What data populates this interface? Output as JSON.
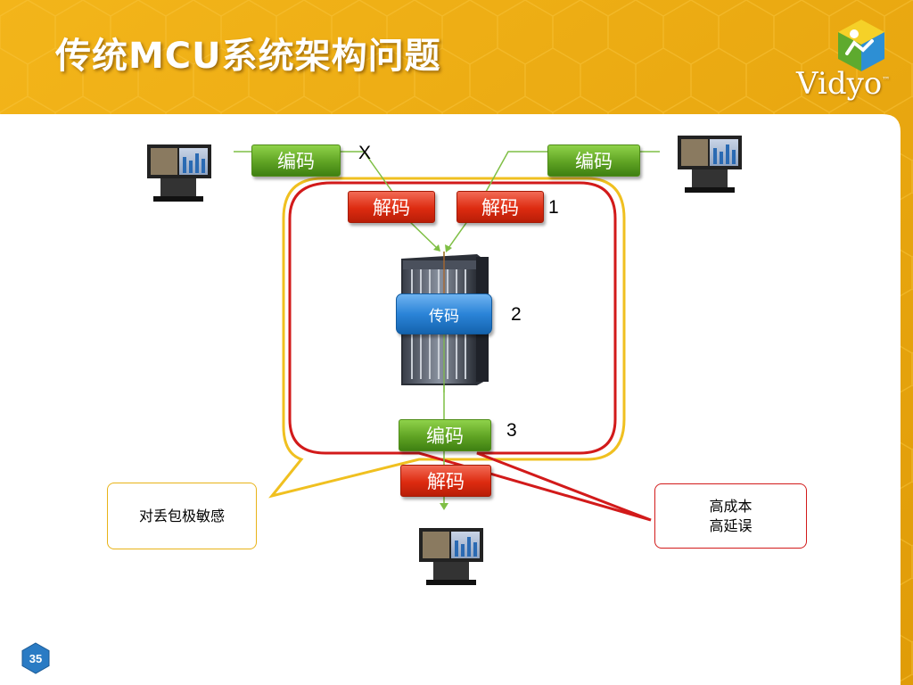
{
  "slide": {
    "title": "传统MCU系统架构问题",
    "page_number": "35",
    "colors": {
      "background": "#e9a80c",
      "panel": "#ffffff",
      "encode": "#5fa323",
      "decode": "#dd2b10",
      "transcode": "#2b84d8",
      "yellow_loop": "#f0c020",
      "red_loop": "#d21a1a"
    }
  },
  "brand": {
    "name": "Vidyo",
    "trademark": "™",
    "icon": "vidyo-cube-logo"
  },
  "diagram": {
    "encode_top_left": "编码",
    "encode_top_right": "编码",
    "decode_left": "解码",
    "decode_right": "解码",
    "transcode": "传码",
    "encode_bottom": "编码",
    "decode_bottom": "解码",
    "markers": {
      "x": "X",
      "one": "1",
      "two": "2",
      "three": "3"
    },
    "icons": {
      "endpoint": "video-endpoint-icon",
      "server": "mcu-server-icon"
    }
  },
  "callouts": {
    "left": {
      "text": "对丢包极敏感"
    },
    "right": {
      "line1": "高成本",
      "line2": "高延误"
    }
  }
}
